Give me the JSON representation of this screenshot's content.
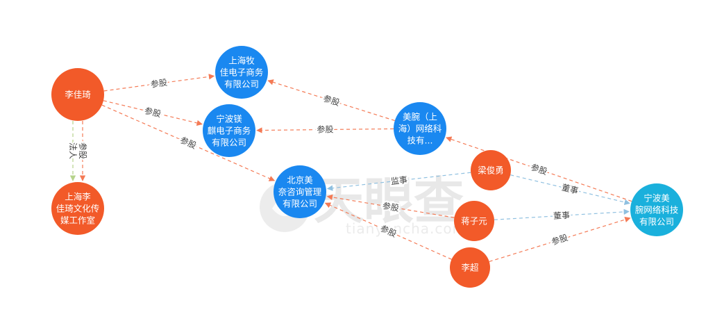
{
  "colors": {
    "person": "#f25a29",
    "company": "#1a88f0",
    "company_alt": "#1ab0dc",
    "invest_edge": "#f47a55",
    "role_edge": "#8fc0e0",
    "legal_edge": "#b6d38b",
    "label_text": "#444444",
    "watermark": "#d9d9d9"
  },
  "watermark": {
    "text": "天眼查",
    "url": "tianyancha.com",
    "icon": "tianyancha-logo-icon"
  },
  "nodes": [
    {
      "id": "lijiaqi",
      "type": "person",
      "lines": [
        "李佳琦"
      ]
    },
    {
      "id": "muja",
      "type": "company",
      "lines": [
        "上海牧",
        "佳电子商务",
        "有限公司"
      ]
    },
    {
      "id": "ningbo_meiqi",
      "type": "company",
      "lines": [
        "宁波镁",
        "麒电子商务",
        "有限公司"
      ]
    },
    {
      "id": "meiwan_sh",
      "type": "company",
      "lines": [
        "美腕（上",
        "海）网络科",
        "技有..."
      ]
    },
    {
      "id": "culture_studio",
      "type": "person",
      "lines": [
        "上海李",
        "佳琦文化传",
        "媒工作室"
      ]
    },
    {
      "id": "beijing_mei",
      "type": "company",
      "lines": [
        "北京美",
        "奈咨询管理",
        "有限公司"
      ]
    },
    {
      "id": "liangjunyong",
      "type": "person",
      "lines": [
        "梁俊勇"
      ]
    },
    {
      "id": "jiangziyuan",
      "type": "person",
      "lines": [
        "蒋子元"
      ]
    },
    {
      "id": "lichao",
      "type": "person",
      "lines": [
        "李超"
      ]
    },
    {
      "id": "ningbo_meiwan",
      "type": "company_alt",
      "lines": [
        "宁波美",
        "腕网络科技",
        "有限公司"
      ]
    }
  ],
  "edges": [
    {
      "from": "lijiaqi",
      "to": "muja",
      "label": "参股",
      "kind": "invest"
    },
    {
      "from": "lijiaqi",
      "to": "ningbo_meiqi",
      "label": "参股",
      "kind": "invest"
    },
    {
      "from": "lijiaqi",
      "to": "beijing_mei",
      "label": "参股",
      "kind": "invest"
    },
    {
      "from": "lijiaqi",
      "to": "culture_studio",
      "label": "参股",
      "kind": "invest"
    },
    {
      "from": "lijiaqi",
      "to": "culture_studio",
      "label": "法人",
      "kind": "legal"
    },
    {
      "from": "meiwan_sh",
      "to": "muja",
      "label": "参股",
      "kind": "invest"
    },
    {
      "from": "meiwan_sh",
      "to": "ningbo_meiqi",
      "label": "参股",
      "kind": "invest"
    },
    {
      "from": "ningbo_meiwan",
      "to": "meiwan_sh",
      "label": "参股",
      "kind": "invest"
    },
    {
      "from": "liangjunyong",
      "to": "beijing_mei",
      "label": "监事",
      "kind": "role"
    },
    {
      "from": "liangjunyong",
      "to": "ningbo_meiwan",
      "label": "董事",
      "kind": "role"
    },
    {
      "from": "jiangziyuan",
      "to": "beijing_mei",
      "label": "参股",
      "kind": "invest"
    },
    {
      "from": "jiangziyuan",
      "to": "ningbo_meiwan",
      "label": "董事",
      "kind": "role"
    },
    {
      "from": "lichao",
      "to": "beijing_mei",
      "label": "参股",
      "kind": "invest"
    },
    {
      "from": "lichao",
      "to": "ningbo_meiwan",
      "label": "参股",
      "kind": "invest"
    }
  ]
}
